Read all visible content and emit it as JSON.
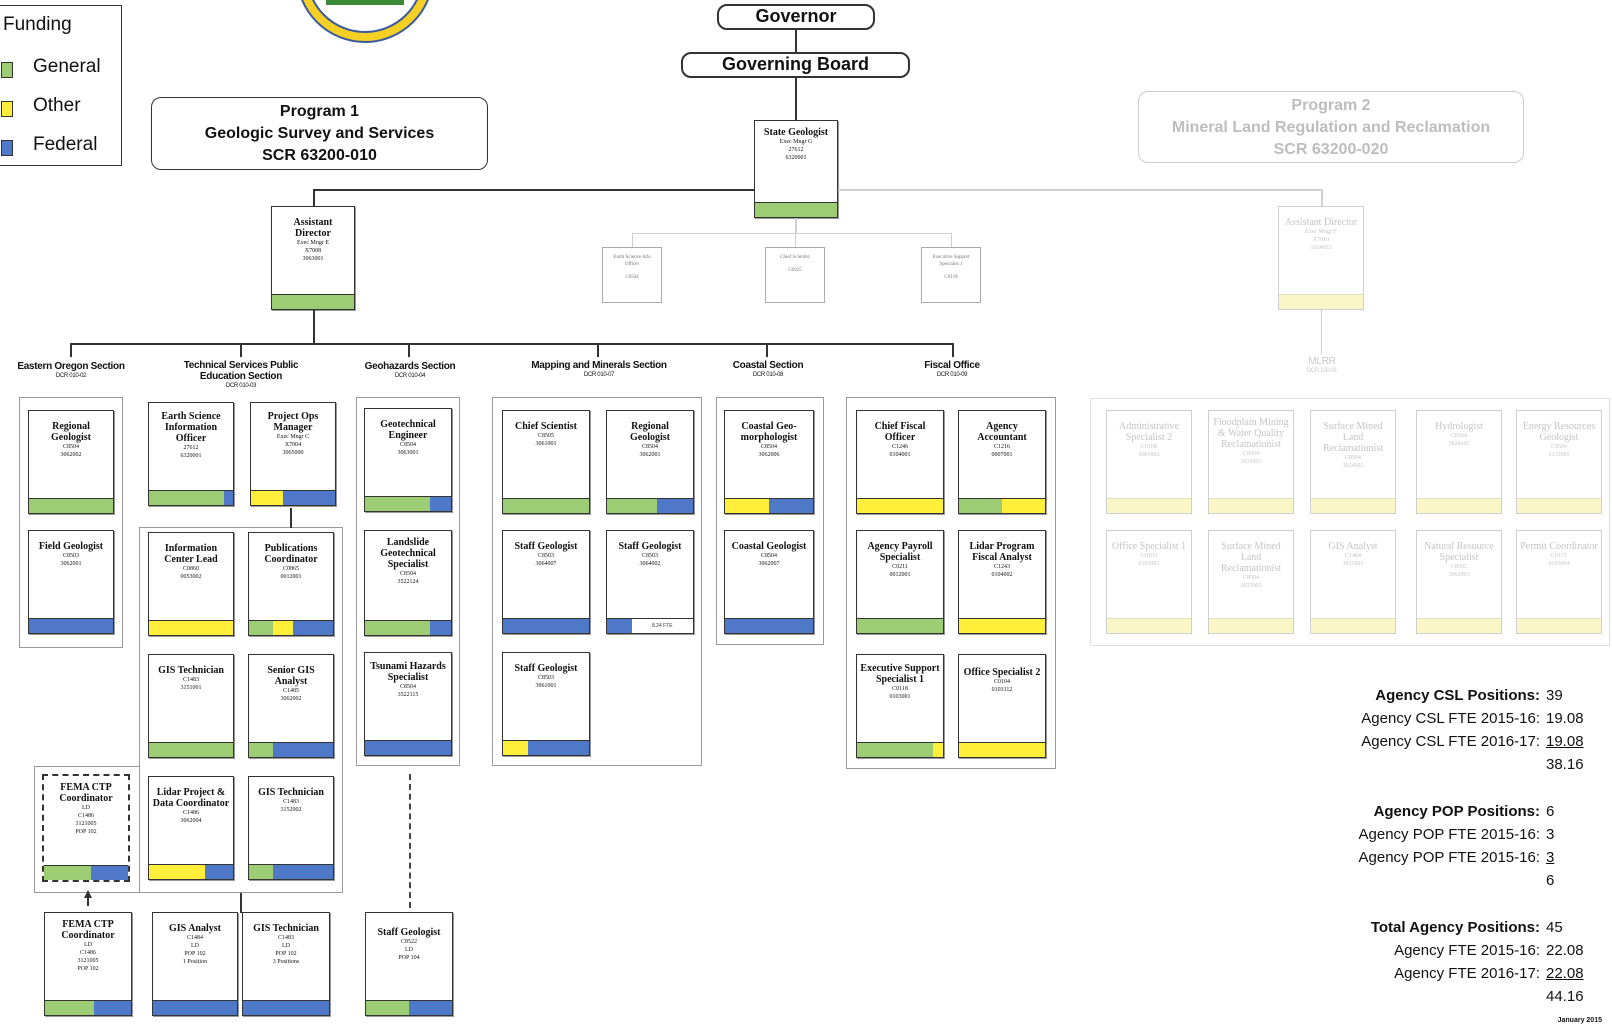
{
  "legend": {
    "title": "Funding",
    "items": [
      {
        "label": "General",
        "color": "#9ccc74"
      },
      {
        "label": "Other",
        "color": "#ffef3a"
      },
      {
        "label": "Federal",
        "color": "#4f79c8"
      }
    ]
  },
  "top": {
    "governor": "Governor",
    "board": "Governing Board"
  },
  "program1": {
    "line1": "Program 1",
    "line2": "Geologic Survey and Services",
    "line3": "SCR 63200-010"
  },
  "program2": {
    "line1": "Program 2",
    "line2": "Mineral Land Regulation and Reclamation",
    "line3": "SCR 63200-020"
  },
  "state_geologist": {
    "title": "State Geologist",
    "class": "Exec Mngr G",
    "pos": "27612",
    "code": "6320001"
  },
  "assistant_director": {
    "title": "Assistant Director",
    "class": "Exec Mngr E",
    "pos": "X7008",
    "code": "3063001"
  },
  "assistant_director2": {
    "title": "Assistant Director",
    "class": "Exec Mngr F",
    "pos": "X7010",
    "code": "1024002"
  },
  "staff_boxes": [
    {
      "title": "Earth Science Info Officer",
      "code": "C0504"
    },
    {
      "title": "Chief Scientist",
      "code": "C0925"
    },
    {
      "title": "Executive Support Specialist 1",
      "code": "C0118"
    }
  ],
  "mlrr": {
    "title": "MLRR",
    "code": "DCR 100-01"
  },
  "sections": [
    {
      "title": "Eastern Oregon Section",
      "code": "DCR 010-02"
    },
    {
      "title": "Technical Services Public Education Section",
      "code": "DCR 010-03"
    },
    {
      "title": "Geohazards Section",
      "code": "DCR 010-04"
    },
    {
      "title": "Mapping and Minerals Section",
      "code": "DCR 010-07"
    },
    {
      "title": "Coastal Section",
      "code": "DCR 010-08"
    },
    {
      "title": "Fiscal Office",
      "code": "DCR 010-09"
    }
  ],
  "cards": {
    "eo1": {
      "title": "Regional Geologist",
      "l1": "C8504",
      "l2": "3062002"
    },
    "eo2": {
      "title": "Field Geologist",
      "l1": "C8503",
      "l2": "3062001"
    },
    "ts1": {
      "title": "Earth Science Information Officer",
      "l1": "27612",
      "l2": "6320001"
    },
    "ts2": {
      "title": "Project Ops Manager",
      "l1": "Exec Mngr C",
      "l2": "X7004",
      "l3": "3065000"
    },
    "ts3": {
      "title": "Information Center Lead",
      "l1": "C0860",
      "l2": "0053002"
    },
    "ts4": {
      "title": "Publications Coordinator",
      "l1": "C0865",
      "l2": "0012001"
    },
    "ts5": {
      "title": "GIS Technician",
      "l1": "C1483",
      "l2": "3151001"
    },
    "ts6": {
      "title": "Senior GIS Analyst",
      "l1": "C1485",
      "l2": "3062002"
    },
    "ts7": {
      "title": "FEMA CTP Coordinator",
      "l1": "LD",
      "l2": "C1486",
      "l3": "3121005",
      "l4": "POP 102"
    },
    "ts8": {
      "title": "Lidar Project & Data Coordinator",
      "l1": "C1486",
      "l2": "3062004"
    },
    "ts9": {
      "title": "GIS Technician",
      "l1": "C1483",
      "l2": "3152002"
    },
    "ts10": {
      "title": "FEMA CTP Coordinator",
      "l1": "LD",
      "l2": "C1486",
      "l3": "3121005",
      "l4": "POP 102"
    },
    "ts11": {
      "title": "GIS Analyst",
      "l1": "C1484",
      "l2": "LD",
      "l3": "POP 102",
      "l4": "1 Position"
    },
    "ts12": {
      "title": "GIS Technician",
      "l1": "C1483",
      "l2": "LD",
      "l3": "POP 102",
      "l4": "3 Positions"
    },
    "gh1": {
      "title": "Geotechnical Engineer",
      "l1": "C8504",
      "l2": "3063001"
    },
    "gh2": {
      "title": "Landslide Geotechnical Specialist",
      "l1": "C8504",
      "l2": "3522124"
    },
    "gh3": {
      "title": "Tsunami Hazards Specialist",
      "l1": "C8504",
      "l2": "3522115"
    },
    "gh4": {
      "title": "Staff Geologist",
      "l1": "C8522",
      "l2": "LD",
      "l3": "POP 104"
    },
    "mm1": {
      "title": "Chief Scientist",
      "l1": "C8505",
      "l2": "3061001"
    },
    "mm2": {
      "title": "Regional Geologist",
      "l1": "C8504",
      "l2": "3062001"
    },
    "mm3": {
      "title": "Staff Geologist",
      "l1": "C8503",
      "l2": "3064007"
    },
    "mm4": {
      "title": "Staff Geologist",
      "l1": "C8503",
      "l2": "3064002",
      "note": "8.24 FTE"
    },
    "mm5": {
      "title": "Staff Geologist",
      "l1": "C8503",
      "l2": "3061001"
    },
    "co1": {
      "title": "Coastal Geo-morphologist",
      "l1": "C8504",
      "l2": "3062006"
    },
    "co2": {
      "title": "Coastal Geologist",
      "l1": "C8504",
      "l2": "3062007"
    },
    "fo1": {
      "title": "Chief Fiscal Officer",
      "l1": "C1246",
      "l2": "0104001"
    },
    "fo2": {
      "title": "Agency Accountant",
      "l1": "C1216",
      "l2": "0007001"
    },
    "fo3": {
      "title": "Agency Payroll Specialist",
      "l1": "C0211",
      "l2": "0012001"
    },
    "fo4": {
      "title": "Lidar Program Fiscal Analyst",
      "l1": "C1243",
      "l2": "0104002"
    },
    "fo5": {
      "title": "Executive Support Specialist 1",
      "l1": "C0118",
      "l2": "0103001"
    },
    "fo6": {
      "title": "Office Specialist 2",
      "l1": "C0104",
      "l2": "0103112"
    },
    "ml1": {
      "title": "Administrative Specialist 2",
      "l1": "C0108",
      "l2": "0001002"
    },
    "ml2": {
      "title": "Floodplain Mining & Water Quality Reclamationist",
      "l1": "C8504",
      "l2": "3021003"
    },
    "ml3": {
      "title": "Surface Mined Land Reclamationist",
      "l1": "C8504",
      "l2": "3024002"
    },
    "ml4": {
      "title": "Hydrologist",
      "l1": "C8504",
      "l2": "3024102"
    },
    "ml5": {
      "title": "Energy Resources Geologist",
      "l1": "C8504",
      "l2": "3135001"
    },
    "ml6": {
      "title": "Office Specialist 1",
      "l1": "C0103",
      "l2": "0103002"
    },
    "ml7": {
      "title": "Surface Mined Land Reclamationist",
      "l1": "C8504",
      "l2": "3021003"
    },
    "ml8": {
      "title": "GIS Analyst",
      "l1": "C1484",
      "l2": "3021003"
    },
    "ml9": {
      "title": "Natural Resource Specialist",
      "l1": "C8502",
      "l2": "3063003"
    },
    "ml10": {
      "title": "Permit Coordinator",
      "l1": "C0171",
      "l2": "0103004"
    }
  },
  "stats": [
    {
      "label": "Agency CSL Positions:",
      "value": "39",
      "bold": true
    },
    {
      "label": "Agency CSL FTE 2015-16:",
      "value": "19.08"
    },
    {
      "label": "Agency CSL FTE 2016-17:",
      "value": "19.08",
      "underline": true
    },
    {
      "label": "",
      "value": "38.16"
    },
    {
      "label": "",
      "value": ""
    },
    {
      "label": "Agency POP Positions:",
      "value": "6",
      "bold": true
    },
    {
      "label": "Agency POP FTE 2015-16:",
      "value": "3"
    },
    {
      "label": "Agency POP FTE 2015-16:",
      "value": "3",
      "underline": true
    },
    {
      "label": "",
      "value": "6"
    },
    {
      "label": "",
      "value": ""
    },
    {
      "label": "Total Agency Positions:",
      "value": "45",
      "bold": true
    },
    {
      "label": "Agency FTE 2015-16:",
      "value": "22.08"
    },
    {
      "label": "Agency FTE 2016-17:",
      "value": "22.08",
      "underline": true
    },
    {
      "label": "",
      "value": "44.16"
    }
  ],
  "footer_date": "January 2015"
}
